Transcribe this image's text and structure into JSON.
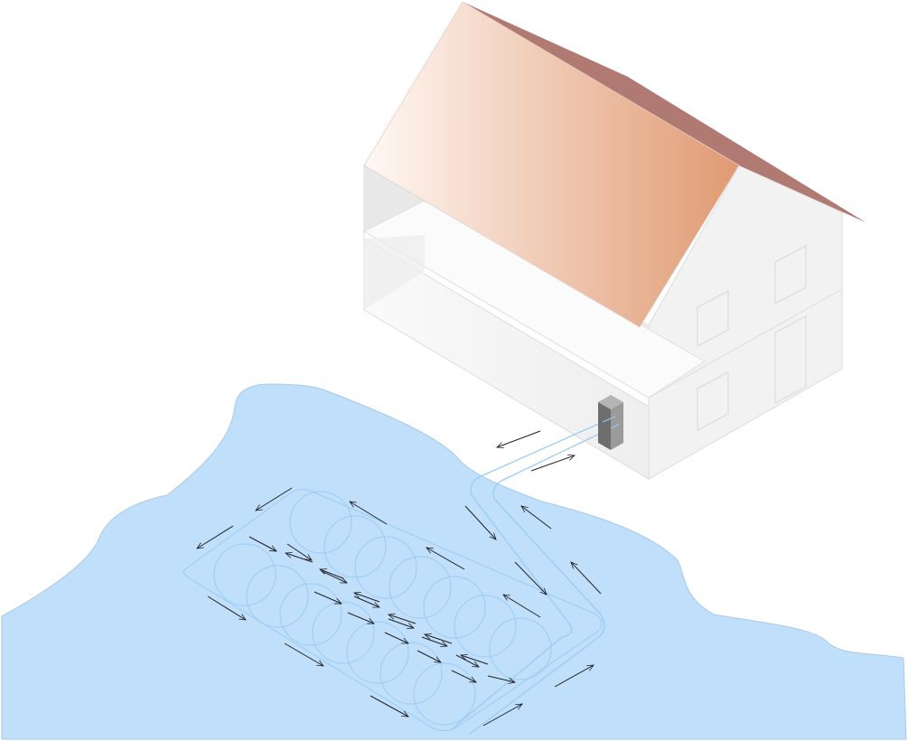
{
  "colors": {
    "ground": "#bfdffb",
    "ground_edge": "#a9c9e6",
    "pipe": "#9ccbf5",
    "roof_light": "#fdf3ee",
    "roof_dark": "#e09a72",
    "roof_side": "#b07a73",
    "wall": "#f3f3f3",
    "unit": "#7d7d7d",
    "arrow": "#222222"
  },
  "icons": [
    "house-illustration",
    "heat-pump-unit",
    "ground-loop-coil",
    "flow-arrow"
  ]
}
